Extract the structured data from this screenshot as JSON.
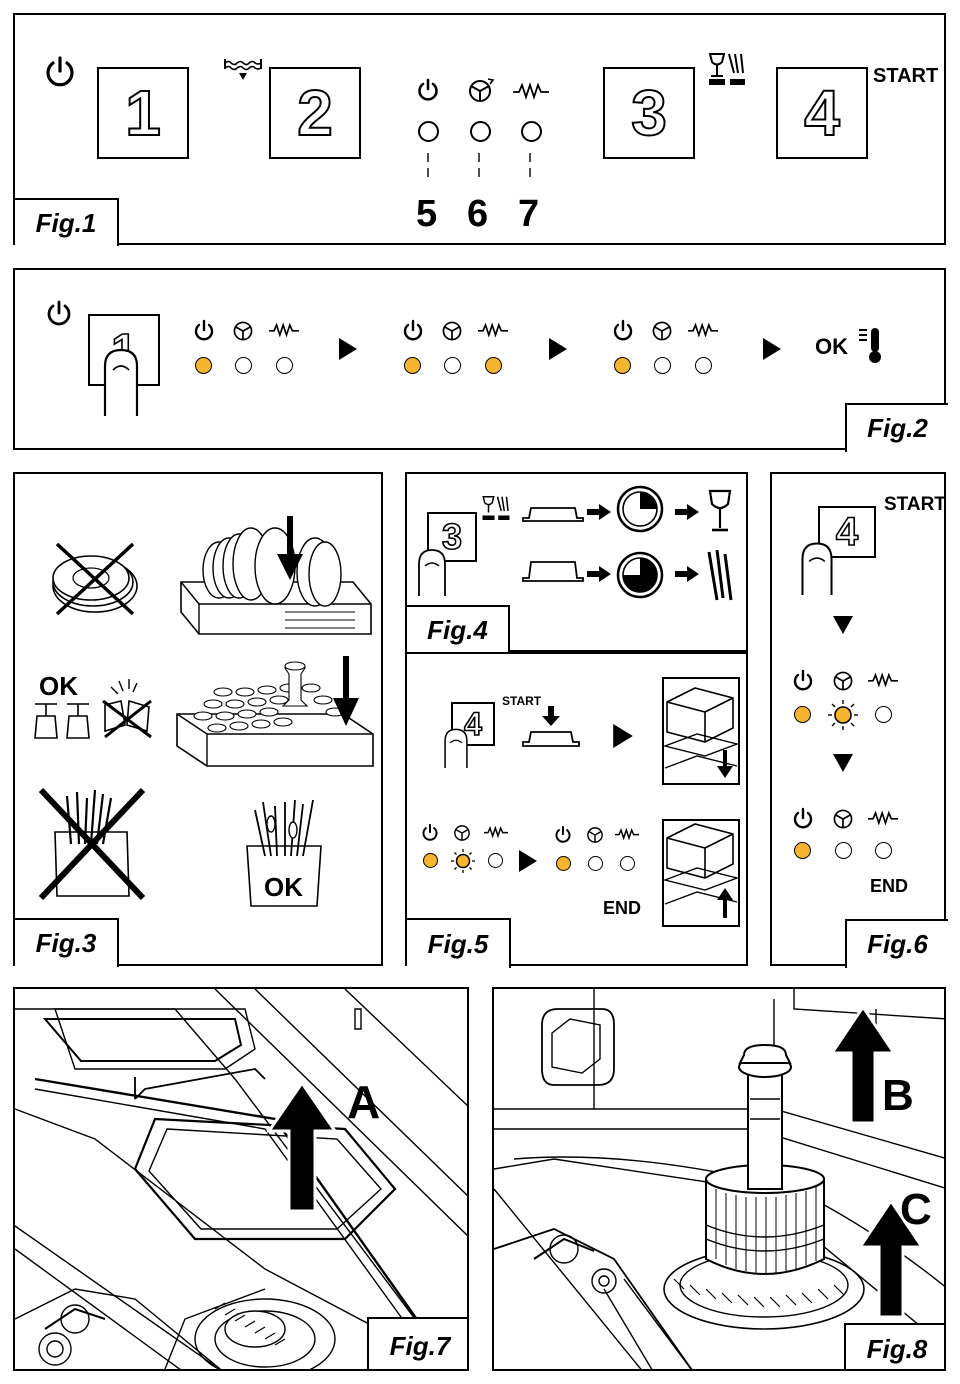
{
  "colors": {
    "led_on": "#f5b52e",
    "line": "#000000",
    "background": "#ffffff"
  },
  "fig1": {
    "label": "Fig.1",
    "keys": [
      "1",
      "2",
      "3",
      "4"
    ],
    "start": "START",
    "led_callouts": [
      "5",
      "6",
      "7"
    ],
    "icons": [
      "power-icon",
      "water-fill-icon",
      "power-icon",
      "wash-arms-icon",
      "heating-icon",
      "glass-cutlery-icon"
    ]
  },
  "fig2": {
    "label": "Fig.2",
    "key": "1",
    "ok": "OK",
    "led_states": [
      [
        true,
        false,
        false
      ],
      [
        true,
        false,
        true
      ],
      [
        true,
        false,
        false
      ]
    ],
    "icons": [
      "power-icon",
      "finger-icon",
      "play-arrow-icon",
      "thermometer-icon"
    ]
  },
  "fig3": {
    "label": "Fig.3",
    "ok_glasses": "OK",
    "ok_cutlery": "OK",
    "icons": [
      "no-stacked-plates-icon",
      "plate-rack-icon",
      "glass-rack-icon",
      "no-bundled-cutlery-icon",
      "cutlery-basket-icon",
      "broken-glass-icon"
    ]
  },
  "fig4": {
    "label": "Fig.4",
    "key": "3",
    "icons": [
      "glass-cutlery-icon",
      "short-press-icon",
      "long-press-icon",
      "timer-short-icon",
      "timer-long-icon",
      "wine-glass-icon",
      "cutlery-icon"
    ]
  },
  "fig5": {
    "label": "Fig.5",
    "key": "4",
    "start": "START",
    "end": "END",
    "led_before": [
      true,
      "blink",
      false
    ],
    "led_after": [
      true,
      false,
      false
    ],
    "icons": [
      "hood-down-icon",
      "hood-up-icon",
      "press-icon"
    ]
  },
  "fig6": {
    "label": "Fig.6",
    "key": "4",
    "start": "START",
    "end": "END",
    "led_running": [
      true,
      "blink",
      false
    ],
    "led_end": [
      true,
      false,
      false
    ],
    "icons": [
      "down-triangle-icon",
      "finger-icon"
    ]
  },
  "fig7": {
    "label": "Fig.7",
    "callout": "A",
    "icons": [
      "up-arrow-icon",
      "filter-cover-icon"
    ]
  },
  "fig8": {
    "label": "Fig.8",
    "callouts": [
      "B",
      "C"
    ],
    "icons": [
      "overflow-pipe-icon",
      "filter-basket-icon"
    ]
  }
}
